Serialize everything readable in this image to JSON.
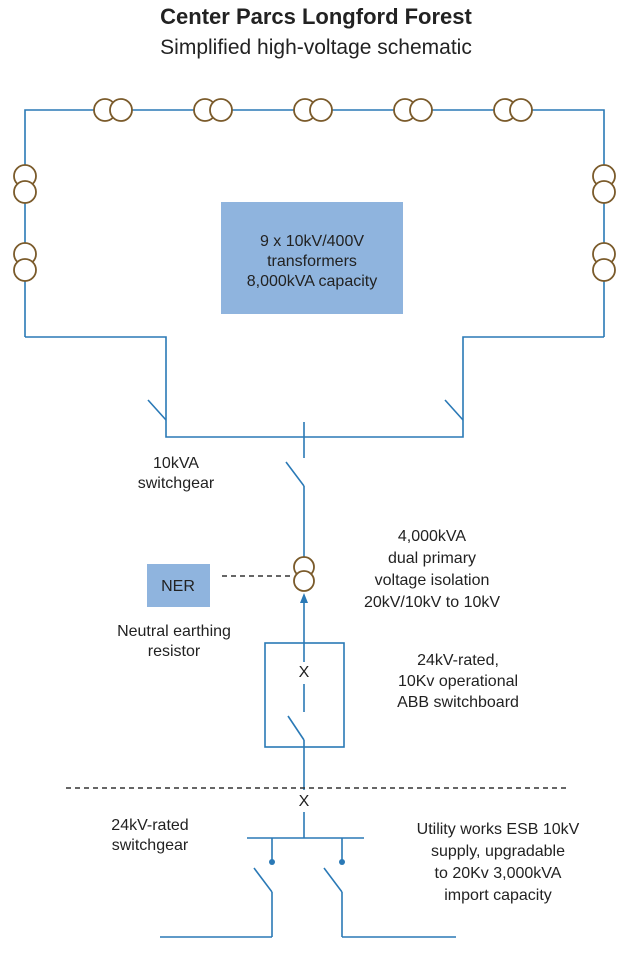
{
  "title": "Center Parcs Longford Forest",
  "subtitle": "Simplified high-voltage schematic",
  "colors": {
    "line": "#2a79b6",
    "transformer": "#7a5a2a",
    "box_fill": "#8fb4de",
    "text": "#222222",
    "ner_link": "#333333"
  },
  "transformer_box": {
    "line1": "9 x 10kV/400V",
    "line2": "transformers",
    "line3": "8,000kVA capacity"
  },
  "switchgear_10kva": {
    "line1": "10kVA",
    "line2": "switchgear"
  },
  "isolation_transformer": {
    "line1": "4,000kVA",
    "line2": "dual primary",
    "line3": "voltage isolation",
    "line4": "20kV/10kV to 10kV"
  },
  "ner_box": {
    "label": "NER"
  },
  "ner_caption": {
    "line1": "Neutral earthing",
    "line2": "resistor"
  },
  "abb_switchboard": {
    "marker": "X",
    "line1": "24kV-rated,",
    "line2": "10Kv operational",
    "line3": "ABB switchboard"
  },
  "boundary_marker": "X",
  "switchgear_24kv": {
    "line1": "24kV-rated",
    "line2": "switchgear"
  },
  "utility": {
    "line1": "Utility works ESB 10kV",
    "line2": "supply, upgradable",
    "line3": "to 20Kv 3,000kVA",
    "line4": "import capacity"
  }
}
